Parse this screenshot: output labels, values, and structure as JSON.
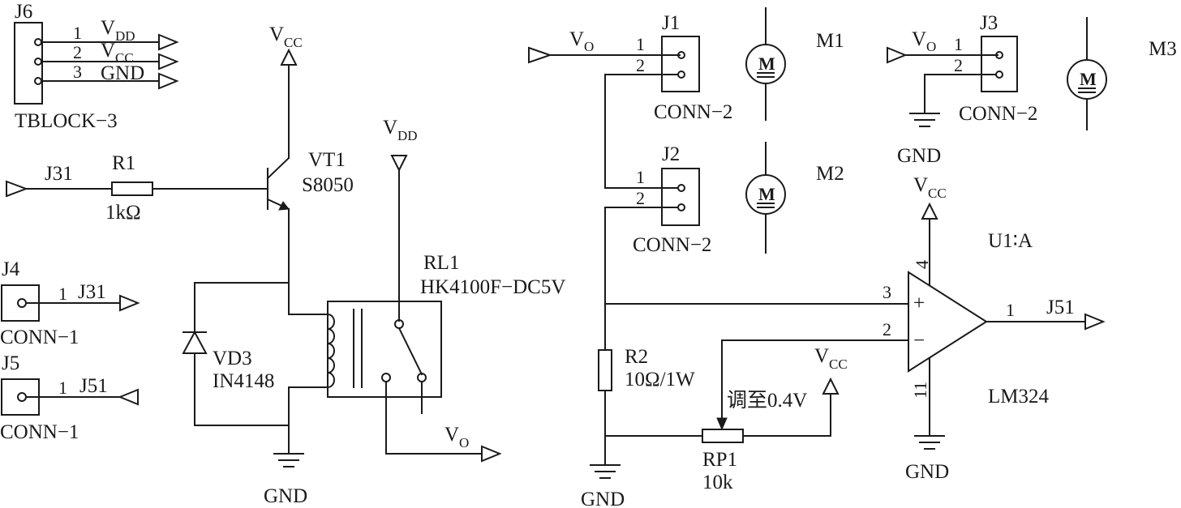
{
  "connectors": {
    "j6": {
      "ref": "J6",
      "part": "TBLOCK−3",
      "pin1": "1",
      "pin2": "2",
      "pin3": "3",
      "net1": "V",
      "net1_sub": "DD",
      "net2": "V",
      "net2_sub": "CC",
      "net3": "GND"
    },
    "j4": {
      "ref": "J4",
      "part": "CONN−1",
      "pin": "1",
      "net": "J31"
    },
    "j5": {
      "ref": "J5",
      "part": "CONN−1",
      "pin": "1",
      "net": "J51"
    },
    "j1": {
      "ref": "J1",
      "part": "CONN−2",
      "pin1": "1",
      "pin2": "2"
    },
    "j2": {
      "ref": "J2",
      "part": "CONN−2",
      "pin1": "1",
      "pin2": "2"
    },
    "j3": {
      "ref": "J3",
      "part": "CONN−2",
      "pin1": "1",
      "pin2": "2"
    }
  },
  "components": {
    "r1": {
      "ref": "R1",
      "value": "1kΩ"
    },
    "vt1": {
      "ref": "VT1",
      "part": "S8050"
    },
    "rl1": {
      "ref": "RL1",
      "part": "HK4100F−DC5V"
    },
    "vd3": {
      "ref": "VD3",
      "part": "IN4148"
    },
    "r2": {
      "ref": "R2",
      "value": "10Ω/1W"
    },
    "rp1": {
      "ref": "RP1",
      "value": "10k",
      "note": "调至0.4V"
    },
    "u1": {
      "ref": "U1∶A",
      "part": "LM324",
      "pin3": "3",
      "pin2": "2",
      "pin1": "1",
      "pin4": "4",
      "pin11": "11",
      "plus": "+",
      "minus": "−"
    }
  },
  "motors": {
    "m1": {
      "ref": "M1",
      "symbol": "M"
    },
    "m2": {
      "ref": "M2",
      "symbol": "M"
    },
    "m3": {
      "ref": "M3",
      "symbol": "M"
    }
  },
  "nets": {
    "v": "V",
    "cc": "CC",
    "dd": "DD",
    "o": "O",
    "gnd": "GND",
    "j31": "J31",
    "j51": "J51",
    "pin1": "1",
    "pin2": "2"
  }
}
